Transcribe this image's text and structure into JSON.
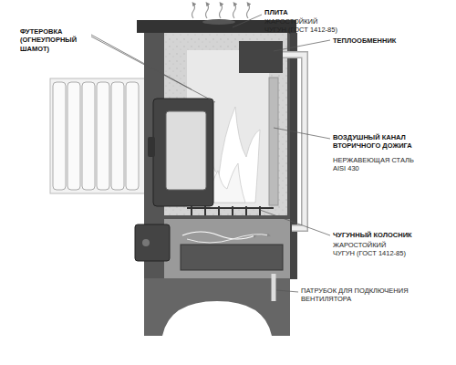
{
  "diagram": {
    "labels": [
      "ФУТЕРОВКА (ОГНЕУПОРНЫЙ ШАМОТ)",
      "ПЛИТА",
      "ЖАРОСТОЙКИЙ ЧУГУН (ГОСТ 1412-85)",
      "ТЕПЛООБМЕННИК",
      "ВОЗДУШНЫЙ КАНАЛ ВТОРИЧНОГО ДОЖИГА",
      "НЕРЖАВЕЮЩАЯ СТАЛЬ AISI 430",
      "ЧУГУННЫЙ КОЛОСНИК",
      "ЖАРОСТОЙКИЙ ЧУГУН (ГОСТ 1412-85)",
      "ПАТРУБОК ДЛЯ ПОДКЛЮЧЕНИЯ ВЕНТИЛЯТОРА"
    ]
  }
}
